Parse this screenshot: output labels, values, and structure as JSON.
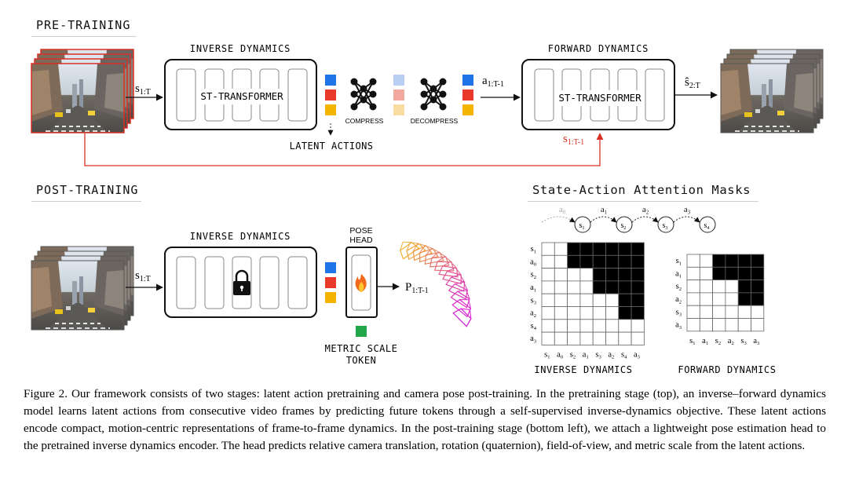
{
  "pretraining": {
    "title": "PRE-TRAINING",
    "inverse_title": "INVERSE DYNAMICS",
    "inverse_block": "ST-TRANSFORMER",
    "input_label": "s",
    "input_sub": "1:T",
    "compress": "COMPRESS",
    "decompress": "DECOMPRESS",
    "latent_actions": "LATENT ACTIONS",
    "action_label": "a",
    "action_sub": "1:T-1",
    "forward_title": "FORWARD DYNAMICS",
    "forward_block": "ST-TRANSFORMER",
    "output_label": "ŝ",
    "output_sub": "2:T",
    "skip_label": "s",
    "skip_sub": "1:T-1"
  },
  "posttraining": {
    "title": "POST-TRAINING",
    "inverse_title": "INVERSE DYNAMICS",
    "input_label": "s",
    "input_sub": "1:T",
    "pose_head": [
      "POSE",
      "HEAD"
    ],
    "output_label": "P",
    "output_sub": "1:T-1",
    "metric_token": [
      "METRIC SCALE",
      "TOKEN"
    ]
  },
  "masks": {
    "title": "State-Action Attention Masks",
    "chain": {
      "actions": [
        {
          "l": "a",
          "s": "0"
        },
        {
          "l": "a",
          "s": "1"
        },
        {
          "l": "a",
          "s": "2"
        },
        {
          "l": "a",
          "s": "3"
        }
      ],
      "states": [
        {
          "l": "s",
          "s": "1"
        },
        {
          "l": "s",
          "s": "2"
        },
        {
          "l": "s",
          "s": "3"
        },
        {
          "l": "s",
          "s": "4"
        }
      ]
    },
    "inverse": {
      "title": "INVERSE DYNAMICS",
      "labels": [
        {
          "l": "s",
          "s": "1"
        },
        {
          "l": "a",
          "s": "0"
        },
        {
          "l": "s",
          "s": "2"
        },
        {
          "l": "a",
          "s": "1"
        },
        {
          "l": "s",
          "s": "3"
        },
        {
          "l": "a",
          "s": "2"
        },
        {
          "l": "s",
          "s": "4"
        },
        {
          "l": "a",
          "s": "3"
        }
      ],
      "grid": [
        [
          0,
          0,
          1,
          1,
          1,
          1,
          1,
          1
        ],
        [
          0,
          0,
          1,
          1,
          1,
          1,
          1,
          1
        ],
        [
          0,
          0,
          0,
          0,
          1,
          1,
          1,
          1
        ],
        [
          0,
          0,
          0,
          0,
          1,
          1,
          1,
          1
        ],
        [
          0,
          0,
          0,
          0,
          0,
          0,
          1,
          1
        ],
        [
          0,
          0,
          0,
          0,
          0,
          0,
          1,
          1
        ],
        [
          0,
          0,
          0,
          0,
          0,
          0,
          0,
          0
        ],
        [
          0,
          0,
          0,
          0,
          0,
          0,
          0,
          0
        ]
      ]
    },
    "forward": {
      "title": "FORWARD DYNAMICS",
      "labels": [
        {
          "l": "s",
          "s": "1"
        },
        {
          "l": "a",
          "s": "1"
        },
        {
          "l": "s",
          "s": "2"
        },
        {
          "l": "a",
          "s": "2"
        },
        {
          "l": "s",
          "s": "3"
        },
        {
          "l": "a",
          "s": "3"
        }
      ],
      "grid": [
        [
          0,
          0,
          1,
          1,
          1,
          1
        ],
        [
          0,
          0,
          1,
          1,
          1,
          1
        ],
        [
          0,
          0,
          0,
          0,
          1,
          1
        ],
        [
          0,
          0,
          0,
          0,
          1,
          1
        ],
        [
          0,
          0,
          0,
          0,
          0,
          0
        ],
        [
          0,
          0,
          0,
          0,
          0,
          0
        ]
      ]
    }
  },
  "caption": "Figure 2. Our framework consists of two stages: latent action pretraining and camera pose post-training. In the pretraining stage (top), an inverse–forward dynamics model learns latent actions from consecutive video frames by predicting future tokens through a self-supervised inverse-dynamics objective. These latent actions encode compact, motion-centric representations of frame-to-frame dynamics. In the post-training stage (bottom left), we attach a lightweight pose estimation head to the pretrained inverse dynamics encoder. The head predicts relative camera translation, rotation (quaternion), field-of-view, and metric scale from the latent actions.",
  "colors": {
    "token_blue": "#1f74e8",
    "token_red": "#e8392b",
    "token_yellow": "#f5b400",
    "token_blue_light": "#b9cff2",
    "token_red_light": "#f2a89f",
    "token_yellow_light": "#f8dca2",
    "metric_green": "#22a64a",
    "skip_red": "#d93025",
    "trajectory_start": "#f2b233",
    "trajectory_end": "#d91ad9"
  }
}
